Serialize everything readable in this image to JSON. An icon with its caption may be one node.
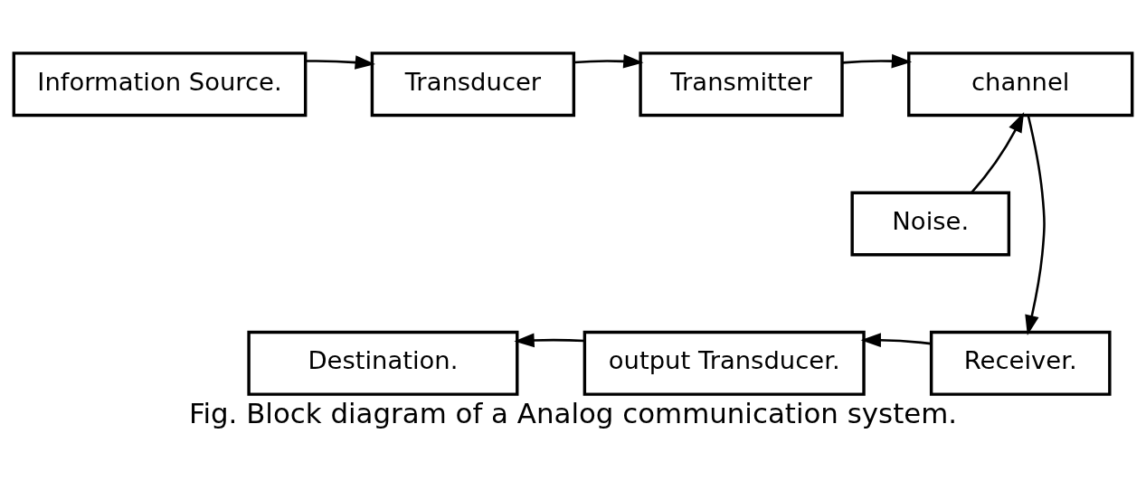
{
  "diagram": {
    "caption": "Fig. Block diagram of a Analog communication system.",
    "nodes": [
      {
        "text": [
          "Information Source."
        ]
      },
      {
        "text": [
          "Transducer"
        ]
      },
      {
        "text": [
          "Transmitter"
        ]
      },
      {
        "text": [
          "channel"
        ]
      },
      {
        "text": [
          "Noise."
        ]
      },
      {
        "text": [
          "Receiver."
        ]
      },
      {
        "text": [
          "output Transducer."
        ]
      },
      {
        "text": [
          "Destination."
        ]
      }
    ],
    "edges": [
      {
        "from": 0,
        "to": 1,
        "arrow": "to"
      },
      {
        "from": 1,
        "to": 2,
        "arrow": "to"
      },
      {
        "from": 2,
        "to": 3,
        "arrow": "to"
      },
      {
        "from": 4,
        "to": 3,
        "arrow": "to"
      },
      {
        "from": 3,
        "to": 5,
        "arrow": "to"
      },
      {
        "from": 5,
        "to": 6,
        "arrow": "to"
      },
      {
        "from": 6,
        "to": 7,
        "arrow": "to"
      }
    ]
  }
}
